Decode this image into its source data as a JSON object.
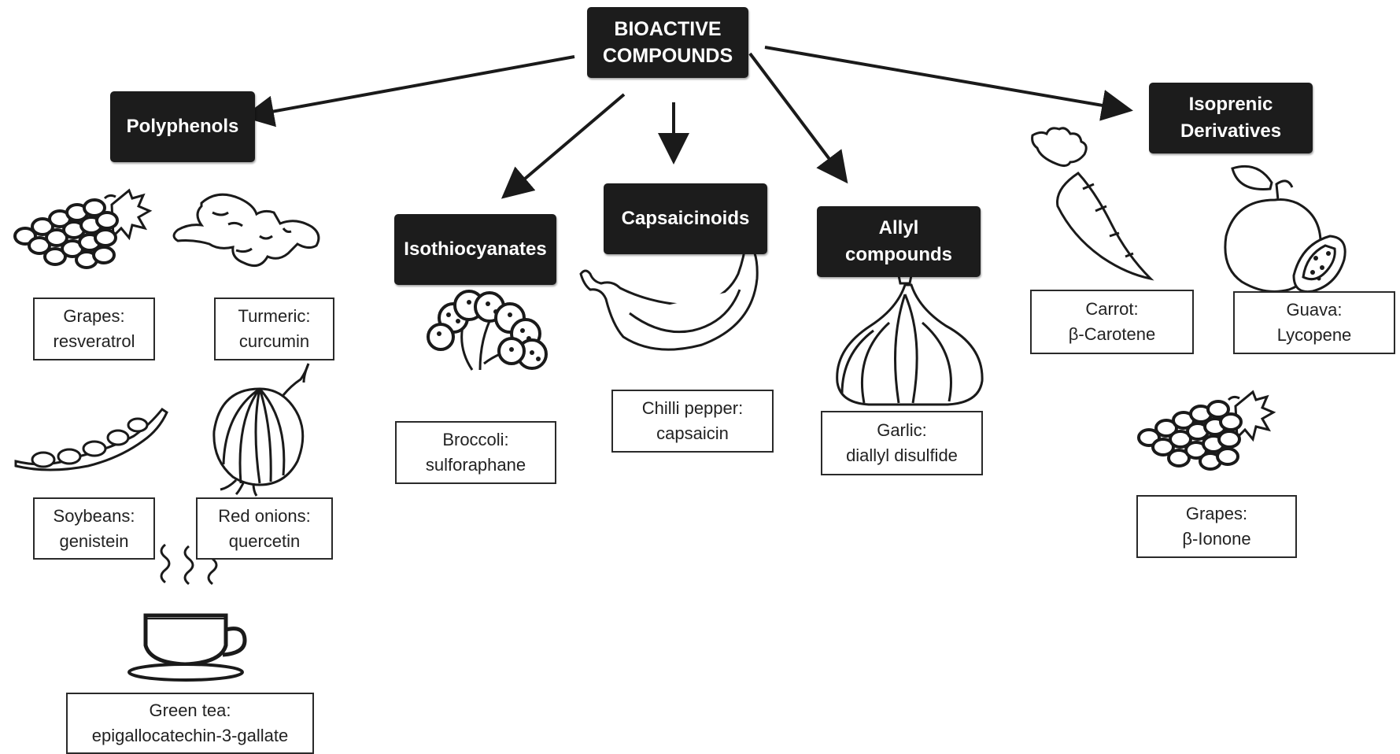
{
  "root": {
    "title": "BIOACTIVE\nCOMPOUNDS"
  },
  "categories": {
    "polyphenols": "Polyphenols",
    "isothiocyanates": "Isothiocyanates",
    "capsaicinoids": "Capsaicinoids",
    "allyl": "Allyl\ncompounds",
    "isoprenic": "Isoprenic\nDerivatives"
  },
  "sources": {
    "grapes_resveratrol": "Grapes:\nresveratrol",
    "turmeric": "Turmeric:\ncurcumin",
    "soybeans": "Soybeans:\ngenistein",
    "red_onions": "Red onions:\nquercetin",
    "green_tea": "Green tea:\nepigallocatechin-3-gallate",
    "broccoli": "Broccoli:\nsulforaphane",
    "chilli": "Chilli pepper:\ncapsaicin",
    "garlic": "Garlic:\ndiallyl disulfide",
    "carrot": "Carrot:\nβ-Carotene",
    "guava": "Guava:\nLycopene",
    "grapes_ionone": "Grapes:\nβ-Ionone"
  },
  "colors": {
    "box_fill": "#1c1c1c",
    "box_text": "#ffffff",
    "line": "#1a1a1a"
  },
  "icons": [
    "grapes-icon",
    "ginger-root-icon",
    "soybean-pod-icon",
    "onion-icon",
    "tea-cup-icon",
    "broccoli-icon",
    "chilli-pepper-icon",
    "garlic-icon",
    "carrot-icon",
    "guava-icon"
  ]
}
